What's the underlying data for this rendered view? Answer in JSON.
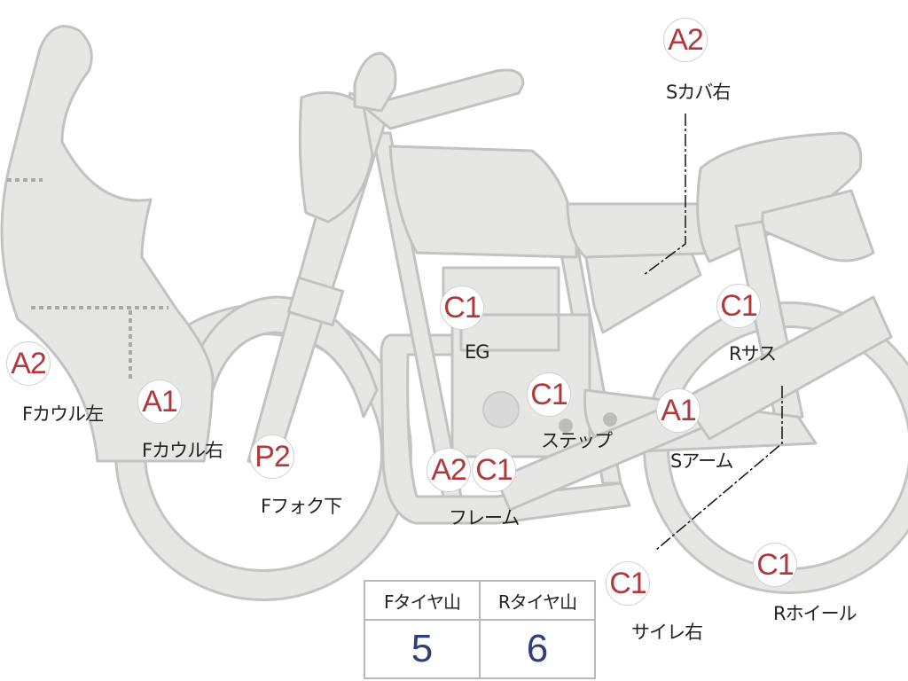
{
  "parts": [
    {
      "id": "s-cover-right",
      "grade": "A2",
      "label": "Sカバ右"
    },
    {
      "id": "engine",
      "grade": "C1",
      "label": "EG"
    },
    {
      "id": "rear-suspension",
      "grade": "C1",
      "label": "Rサス"
    },
    {
      "id": "front-cowl-left",
      "grade": "A2",
      "label": "Fカウル左"
    },
    {
      "id": "front-cowl-right",
      "grade": "A1",
      "label": "Fカウル右"
    },
    {
      "id": "step",
      "grade": "C1",
      "label": "ステップ"
    },
    {
      "id": "swing-arm",
      "grade": "A1",
      "label": "Sアーム"
    },
    {
      "id": "front-fork-lower",
      "grade": "P2",
      "label": "Fフォク下"
    },
    {
      "id": "frame",
      "grade": "A2",
      "label": "フレーム"
    },
    {
      "id": "frame-b",
      "grade": "C1",
      "label": ""
    },
    {
      "id": "silencer-right",
      "grade": "C1",
      "label": "サイレ右"
    },
    {
      "id": "rear-wheel",
      "grade": "C1",
      "label": "Rホイール"
    }
  ],
  "tread_table": {
    "headers": [
      "Fタイヤ山",
      "Rタイヤ山"
    ],
    "values": [
      "5",
      "6"
    ]
  },
  "colors": {
    "body_fill": "#e6e6e5",
    "body_stroke": "#c2c2c2",
    "grade_text": "#b0393b",
    "value_text": "#2e3f7c"
  }
}
